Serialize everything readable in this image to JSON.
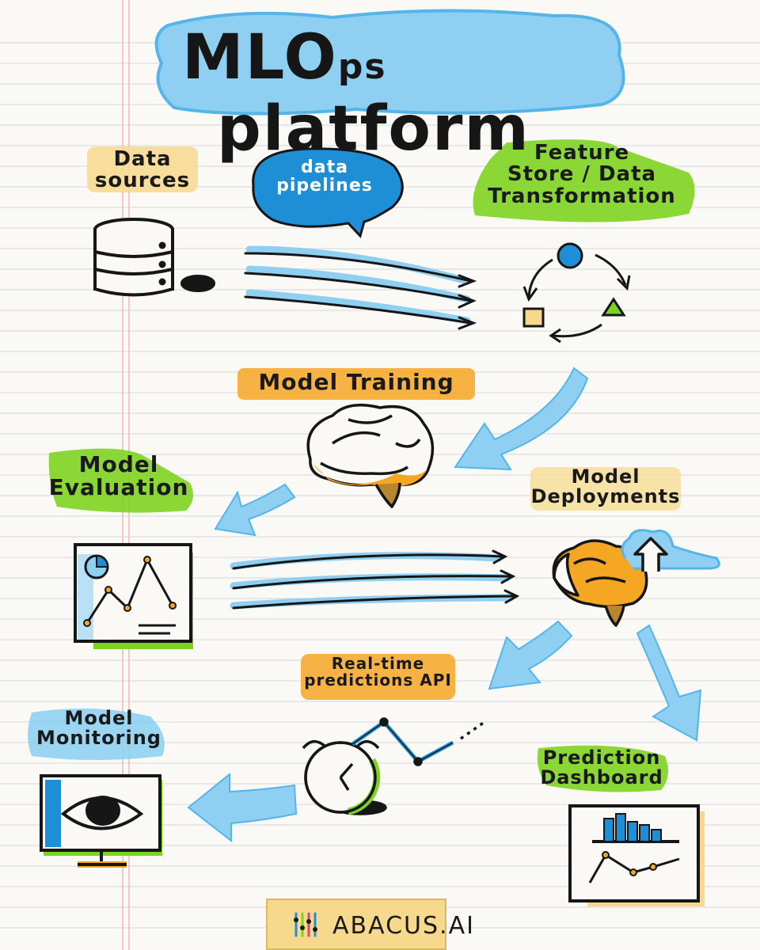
{
  "title": {
    "main": "MLO",
    "suffix": "ps",
    "rest": "platform"
  },
  "nodes": {
    "data_sources": "Data\nsources",
    "data_pipelines": "data\npipelines",
    "feature_store": "Feature\nStore / Data\nTransformation",
    "model_training": "Model Training",
    "model_evaluation": "Model\nEvaluation",
    "model_deployments": "Model\nDeployments",
    "realtime_api": "Real-time\npredictions API",
    "model_monitoring": "Model\nMonitoring",
    "prediction_dashboard": "Prediction\nDashboard"
  },
  "brand": {
    "name": "ABACUS.AI"
  },
  "colors": {
    "blue": "#8fd0f2",
    "blue_dark": "#1e8fd6",
    "green": "#7ed321",
    "orange": "#f5a623",
    "yellow": "#f6d98c",
    "ink": "#161616"
  }
}
